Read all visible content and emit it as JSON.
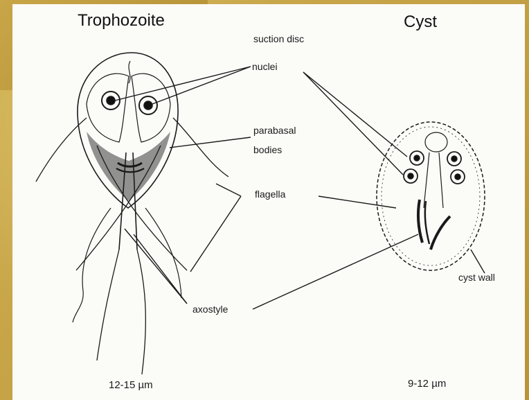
{
  "titles": {
    "trophozoite": "Trophozoite",
    "cyst": "Cyst"
  },
  "labels": {
    "suction_disc": "suction disc",
    "nuclei": "nuclei",
    "parabasal_line1": "parabasal",
    "parabasal_line2": "bodies",
    "flagella": "flagella",
    "axostyle": "axostyle",
    "cyst_wall": "cyst wall"
  },
  "sizes": {
    "trophozoite": "12-15 µm",
    "cyst": "9-12 µm"
  },
  "colors": {
    "background_gold": "#c9a84a",
    "paper": "#fbfbf8",
    "ink": "#1a1a1a"
  }
}
